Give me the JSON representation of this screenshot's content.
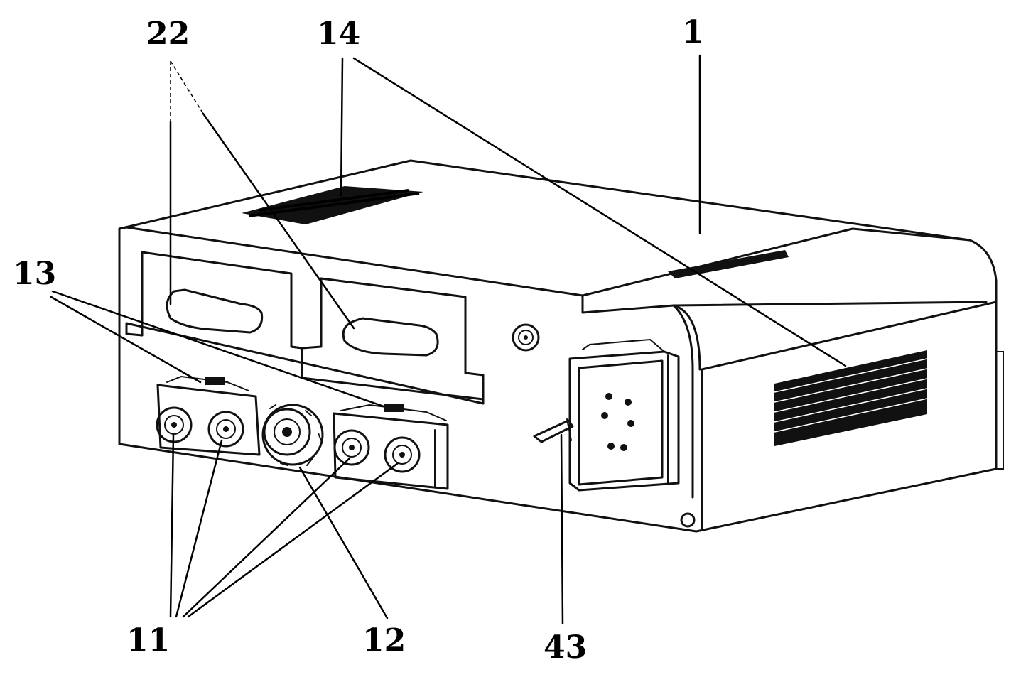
{
  "labels": {
    "enclosure": "1",
    "vent_grilles": "14",
    "handles": "22",
    "brackets": "13",
    "connectors": "11",
    "center_knob": "12",
    "side_connector": "43"
  }
}
